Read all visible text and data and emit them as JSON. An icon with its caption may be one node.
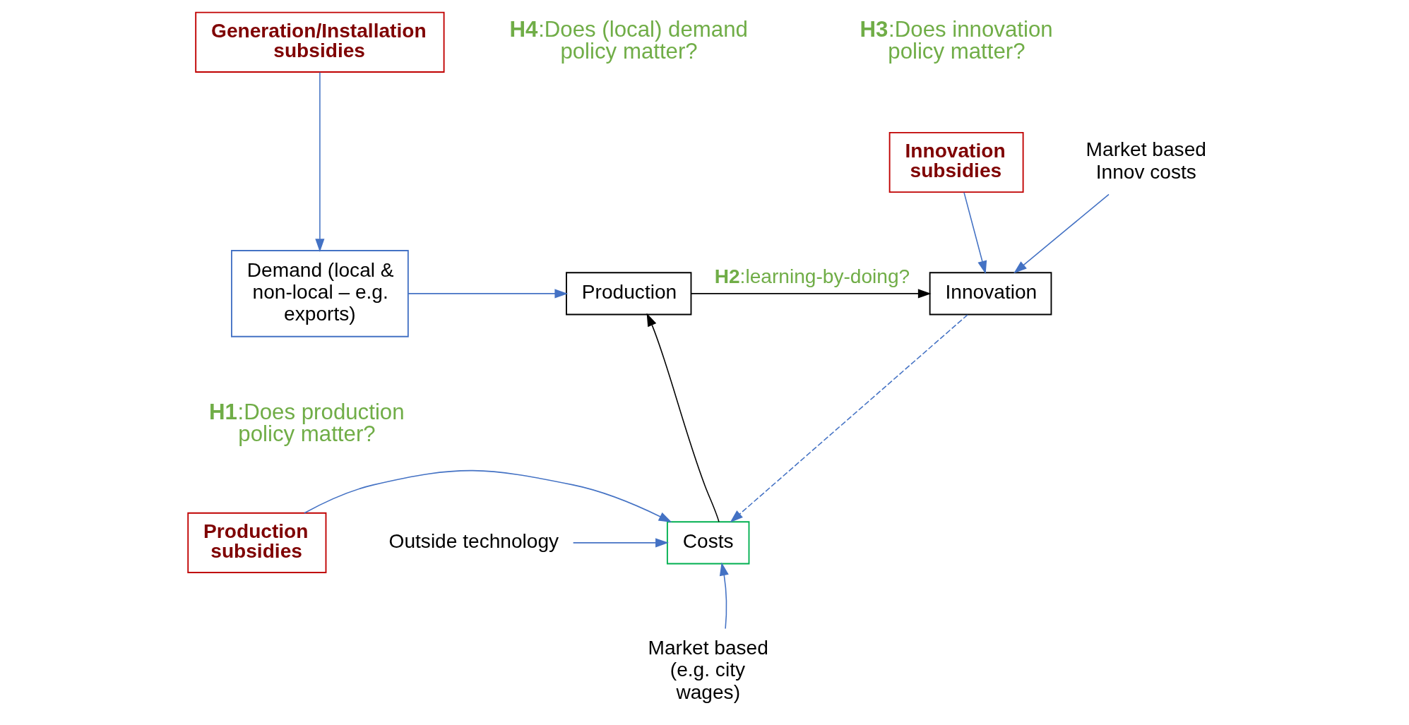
{
  "diagram": {
    "nodes": [
      {
        "text": [
          "Generation/Installation subsidies"
        ]
      },
      {
        "text": [
          "Demand (local & non-local – e.g. exports)"
        ]
      },
      {
        "text": [
          "Production"
        ]
      },
      {
        "text": [
          "Innovation"
        ]
      },
      {
        "text": [
          "Innovation subsidies"
        ]
      },
      {
        "text": [
          "Market based Innov costs"
        ]
      },
      {
        "text": [
          "Production subsidies"
        ]
      },
      {
        "text": [
          "Costs"
        ]
      },
      {
        "text": [
          "Outside technology"
        ]
      },
      {
        "text": [
          "Market based (e.g. city wages)"
        ]
      }
    ],
    "edges": [
      {
        "from": 0,
        "to": 1,
        "arrow": "to"
      },
      {
        "from": 1,
        "to": 2,
        "arrow": "to"
      },
      {
        "from": 2,
        "to": 3,
        "arrow": "to",
        "label": "**H2**:learning-by-doing?",
        "color": "#000000"
      },
      {
        "from": 4,
        "to": 3,
        "arrow": "to"
      },
      {
        "from": 5,
        "to": 3,
        "arrow": "to"
      },
      {
        "from": 3,
        "to": 7,
        "arrow": "to",
        "style": "dashed"
      },
      {
        "from": 7,
        "to": 2,
        "arrow": "to",
        "color": "#000000"
      },
      {
        "from": 6,
        "to": 7,
        "arrow": "to"
      },
      {
        "from": 8,
        "to": 7,
        "arrow": "to"
      },
      {
        "from": 9,
        "to": 7,
        "arrow": "to"
      }
    ],
    "labels": [
      "**H4**:Does (local) demand policy matter?",
      "**H3**:Does innovation policy matter?",
      "**H1**:Does production policy matter?"
    ]
  }
}
